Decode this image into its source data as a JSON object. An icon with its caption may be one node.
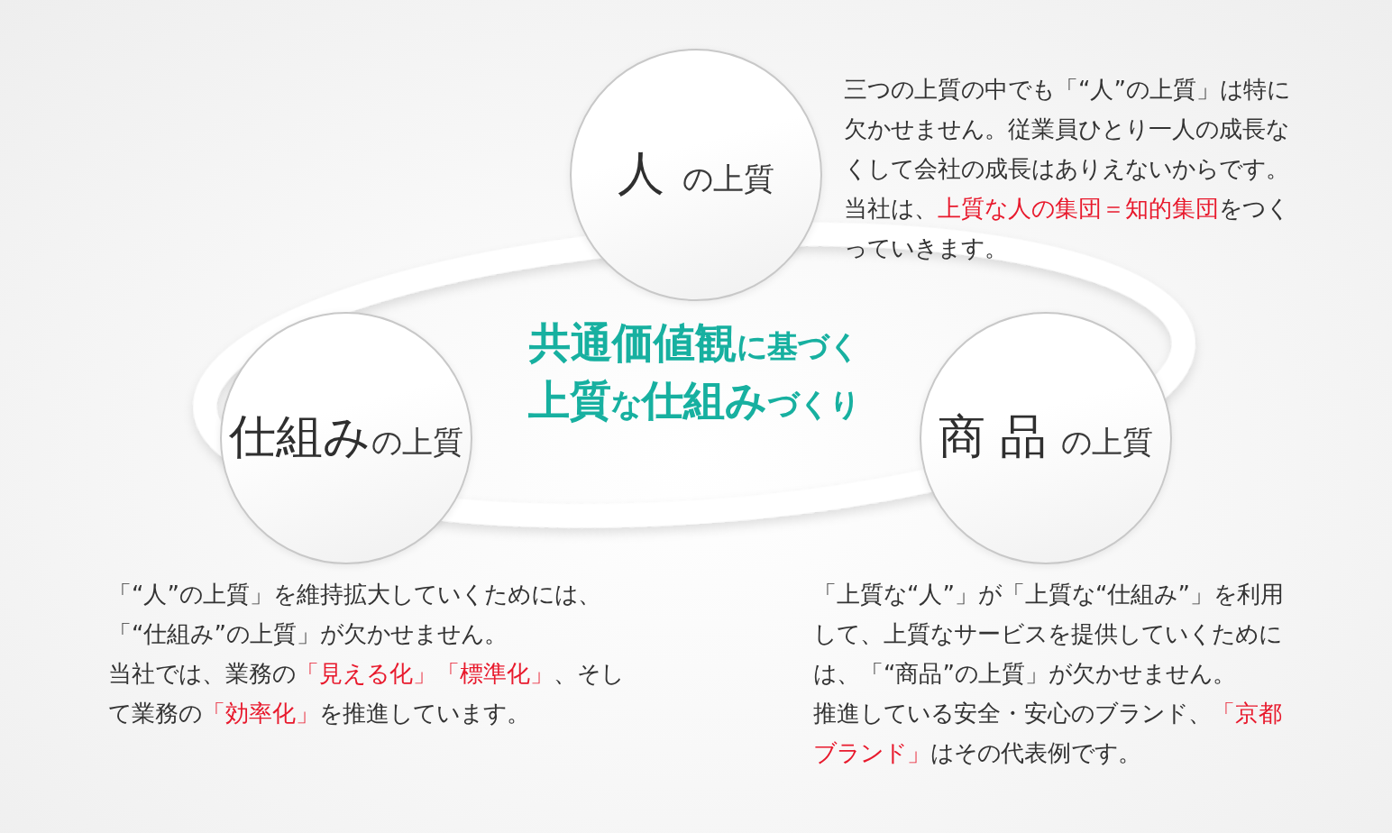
{
  "diagram": {
    "nodes": [
      {
        "text": [
          "人",
          "の上質"
        ],
        "beside": [
          "三つの上質の中でも「“人”の上質」は特に欠かせません。従業員ひとり一人の成長なくして会社の成長はありえないからです。当社は、**上質な人の集団＝知的集団**をつくっていきます。"
        ]
      },
      {
        "text": [
          "仕組み",
          "の上質"
        ],
        "beside": [
          "「“人”の上質」を維持拡大していくためには、「“仕組み”の上質」が欠かせません。",
          "当社では、業務の**「見える化」「標準化」**、そして業務の**「効率化」**を推進しています。"
        ]
      },
      {
        "text": [
          "商品",
          "の上質"
        ],
        "beside": [
          "「上質な“人”」が「上質な“仕組み”」を利用して、上質なサービスを提供していくためには、「“商品”の上質」が欠かせません。",
          "推進している安全・安心のブランド、**「京都ブランド」**はその代表例です。"
        ]
      }
    ],
    "labels": [
      "**共通価値観**に基づく**上質**な**仕組み**づくり"
    ]
  }
}
